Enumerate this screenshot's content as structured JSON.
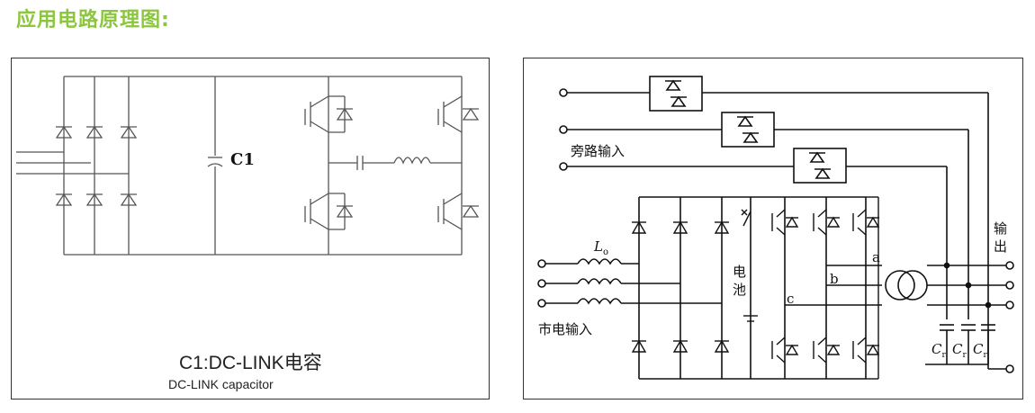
{
  "page": {
    "title": "应用电路原理图:"
  },
  "left_diagram": {
    "component_label": "C1",
    "caption": "C1:DC-LINK电容",
    "subcaption": "DC-LINK capacitor"
  },
  "right_diagram": {
    "bypass_input": "旁路输入",
    "mains_input": "市电输入",
    "output_v1": "输",
    "output_v2": "出",
    "battery_v1": "电",
    "battery_v2": "池",
    "inductor_label": "L",
    "inductor_sub": "o",
    "node_a": "a",
    "node_b": "b",
    "node_c": "c",
    "cap_label": "C",
    "cap_sub": "r"
  }
}
